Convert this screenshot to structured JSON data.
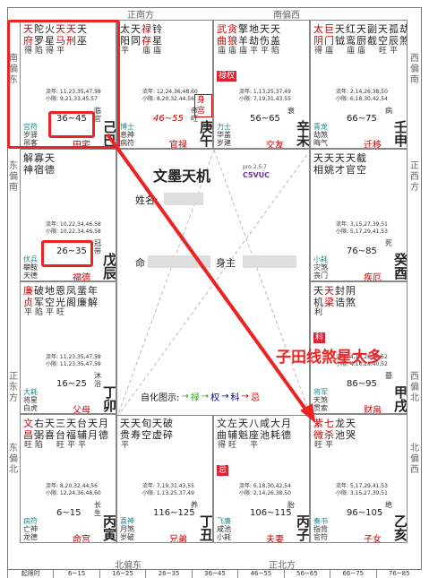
{
  "directions": {
    "top": [
      "正南方",
      "南偏西"
    ],
    "bottom": [
      "北偏东",
      "正北方"
    ],
    "left": [
      "南偏东",
      "东偏南",
      "正东方",
      "东偏北"
    ],
    "right": [
      "西偏南",
      "正西方",
      "西偏北",
      "北偏西"
    ]
  },
  "center": {
    "title": "文墨天机",
    "version": "pro 2.5.7",
    "edition": "C5VUC",
    "name_label": "姓名:",
    "birth_label": "命",
    "master_label": "身主",
    "hua_label": "自化图示:",
    "hua_items": [
      "禄",
      "权",
      "科",
      "忌"
    ]
  },
  "annotation": "子田线煞星太多",
  "cells": [
    {
      "id": "si",
      "stars": [
        {
          "n": "天",
          "b": "得",
          "c": "#c00"
        },
        {
          "n": "陀",
          "b": "陷",
          "c": "#222"
        },
        {
          "n": "火",
          "b": "得",
          "c": "#222"
        },
        {
          "n": "天",
          "b": "平",
          "c": "#c00"
        },
        {
          "n": "天",
          "b": "",
          "c": "#c00"
        },
        {
          "n": "天",
          "b": "",
          "c": "#222"
        }
      ],
      "stars2": [
        "府",
        "罗",
        "星",
        "马",
        "刑",
        "巫"
      ],
      "liunian": "流年: 11,23,35,47,59",
      "xiaoxian": "小限: 9,21,33,45,57",
      "age": "36~45",
      "g1": "官符",
      "g2": "岁驿",
      "g3": "吊客",
      "stage": "临官",
      "palace": "田宅",
      "gz": [
        "己",
        "巳"
      ],
      "tag": ""
    },
    {
      "id": "wu",
      "stars": [
        {
          "n": "太",
          "b": "平",
          "c": "#222"
        },
        {
          "n": "天",
          "b": "",
          "c": "#222"
        },
        {
          "n": "禄",
          "b": "庙",
          "c": "#c00"
        },
        {
          "n": "铃",
          "b": "庙",
          "c": "#222"
        }
      ],
      "stars2": [
        "阳",
        "同",
        "存",
        "星"
      ],
      "liunian": "流年: 12,24,36,48,60",
      "xiaoxian": "小限: 8,20,32,44,56",
      "age": "46~55",
      "g1": "博士",
      "g2": "息神",
      "g3": "病符",
      "stage": "帝旺",
      "palace": "官禄",
      "gz": [
        "庚",
        "午"
      ],
      "tag": "身宫"
    },
    {
      "id": "wei",
      "stars": [
        {
          "n": "武",
          "b": "庙",
          "c": "#c00"
        },
        {
          "n": "贪",
          "b": "庙",
          "c": "#c00"
        },
        {
          "n": "擎",
          "b": "庙",
          "c": "#222"
        },
        {
          "n": "地",
          "b": "平",
          "c": "#222"
        },
        {
          "n": "天",
          "b": "平",
          "c": "#222"
        },
        {
          "n": "天",
          "b": "陷",
          "c": "#222"
        }
      ],
      "stars2": [
        "曲",
        "狼",
        "羊",
        "劫",
        "伤",
        "盖"
      ],
      "liunian": "流年: 1,13,25,37,49",
      "xiaoxian": "小限: 7,19,31,43,55",
      "age": "56~65",
      "g1": "力士",
      "g2": "华盖",
      "g3": "岁建",
      "stage": "衰",
      "palace": "交友",
      "gz": [
        "辛",
        "未"
      ],
      "tag": "禄权"
    },
    {
      "id": "shen",
      "stars": [
        {
          "n": "太",
          "b": "得",
          "c": "#c00"
        },
        {
          "n": "巨",
          "b": "庙",
          "c": "#c00"
        },
        {
          "n": "天",
          "b": "",
          "c": "#222"
        },
        {
          "n": "红",
          "b": "庙",
          "c": "#222"
        },
        {
          "n": "天",
          "b": "庙",
          "c": "#222"
        },
        {
          "n": "副",
          "b": "",
          "c": "#222"
        },
        {
          "n": "天",
          "b": "旺",
          "c": "#222"
        },
        {
          "n": "孤",
          "b": "平",
          "c": "#222"
        },
        {
          "n": "劫",
          "b": "",
          "c": "#222"
        }
      ],
      "stars2": [
        "阴",
        "门",
        "钺",
        "鸾",
        "厨",
        "截",
        "空",
        "辰",
        "煞"
      ],
      "liunian": "流年: 2,14,26,38,50",
      "xiaoxian": "小限: 6,18,30,42,54",
      "age": "66~75",
      "g1": "青龙",
      "g2": "劫煞",
      "g3": "晦气",
      "stage": "病",
      "palace": "迁移",
      "gz": [
        "壬",
        "申"
      ],
      "tag": ""
    },
    {
      "id": "chen",
      "stars": [
        {
          "n": "解",
          "b": "",
          "c": "#222"
        },
        {
          "n": "寡",
          "b": "",
          "c": "#222"
        },
        {
          "n": "天",
          "b": "",
          "c": "#222"
        }
      ],
      "stars2": [
        "神",
        "宿",
        "德"
      ],
      "liunian": "流年: 10,22,34,46,58",
      "xiaoxian": "小限: 10,22,34,46,58",
      "age": "26~35",
      "g1": "伏兵",
      "g2": "攀鞍",
      "g3": "天德",
      "stage": "冠带",
      "palace": "福德",
      "gz": [
        "戊",
        "辰"
      ],
      "tag": ""
    },
    {
      "id": "you",
      "stars": [
        {
          "n": "天",
          "b": "",
          "c": "#222"
        },
        {
          "n": "天",
          "b": "",
          "c": "#222"
        },
        {
          "n": "天",
          "b": "",
          "c": "#222"
        },
        {
          "n": "天",
          "b": "",
          "c": "#222"
        },
        {
          "n": "截",
          "b": "",
          "c": "#222"
        }
      ],
      "stars2": [
        "相",
        "姚",
        "才",
        "官",
        "空"
      ],
      "liunian": "流年: 3,15,27,39,51",
      "xiaoxian": "小限: 5,17,29,41,53",
      "age": "76~85",
      "g1": "小耗",
      "g2": "灾煞",
      "g3": "丧门",
      "stage": "死",
      "palace": "疾厄",
      "gz": [
        "癸",
        "酉"
      ],
      "tag": ""
    },
    {
      "id": "mao",
      "stars": [
        {
          "n": "廉",
          "b": "平",
          "c": "#c00"
        },
        {
          "n": "破",
          "b": "陷",
          "c": "#222"
        },
        {
          "n": "地",
          "b": "平",
          "c": "#222"
        },
        {
          "n": "恩",
          "b": "旺",
          "c": "#222"
        },
        {
          "n": "凤",
          "b": "",
          "c": "#222"
        },
        {
          "n": "蜚",
          "b": "",
          "c": "#222"
        },
        {
          "n": "年",
          "b": "",
          "c": "#222"
        }
      ],
      "stars2": [
        "贞",
        "军",
        "空",
        "光",
        "阁",
        "廉",
        "解"
      ],
      "liunian": "流年: 11,23,35,47,59",
      "xiaoxian": "小限: 11,23,35,47,59",
      "age": "16~25",
      "g1": "大耗",
      "g2": "将星",
      "g3": "白虎",
      "stage": "沐浴",
      "palace": "父母",
      "gz": [
        "丁",
        "卯"
      ],
      "tag": ""
    },
    {
      "id": "xu",
      "stars": [
        {
          "n": "天",
          "b": "利",
          "c": "#222"
        },
        {
          "n": "天",
          "b": "",
          "c": "#c00"
        },
        {
          "n": "封",
          "b": "",
          "c": "#222"
        },
        {
          "n": "阴",
          "b": "",
          "c": "#222"
        }
      ],
      "stars2": [
        "机",
        "梁",
        "诰",
        "煞"
      ],
      "liunian": "流年: 4,16,28,40,52",
      "xiaoxian": "小限: 4,16,28,40,52",
      "age": "86~95",
      "g1": "将军",
      "g2": "天煞",
      "g3": "贯索",
      "stage": "墓",
      "palace": "财帛",
      "gz": [
        "甲",
        "戌"
      ],
      "tag": "科"
    },
    {
      "id": "yin",
      "stars": [
        {
          "n": "文",
          "b": "旺",
          "c": "#c00"
        },
        {
          "n": "右",
          "b": "陷",
          "c": "#222"
        },
        {
          "n": "天",
          "b": "",
          "c": "#222"
        },
        {
          "n": "三",
          "b": "旺",
          "c": "#222"
        },
        {
          "n": "天",
          "b": "平",
          "c": "#222"
        },
        {
          "n": "台",
          "b": "平",
          "c": "#222"
        },
        {
          "n": "天",
          "b": "",
          "c": "#222"
        },
        {
          "n": "月",
          "b": "",
          "c": "#222"
        }
      ],
      "stars2": [
        "昌",
        "弼",
        "喜",
        "台",
        "福",
        "辅",
        "月",
        "德"
      ],
      "liunian": "流年: 8,20,32,44,56",
      "xiaoxian": "小限: 12,24,36,48,60",
      "age": "6~15",
      "g1": "病符",
      "g2": "亡神",
      "g3": "龙德",
      "stage": "长生",
      "palace": "命宫",
      "gz": [
        "丙",
        "寅"
      ],
      "tag": ""
    },
    {
      "id": "chou",
      "stars": [
        {
          "n": "天",
          "b": "平",
          "c": "#222"
        },
        {
          "n": "天",
          "b": "",
          "c": "#222"
        },
        {
          "n": "旬",
          "b": "",
          "c": "#222"
        },
        {
          "n": "天",
          "b": "",
          "c": "#222"
        },
        {
          "n": "破",
          "b": "",
          "c": "#222"
        }
      ],
      "stars2": [
        "贵",
        "寿",
        "空",
        "虚",
        "碎"
      ],
      "liunian": "流年: 7,19,31,43,55",
      "xiaoxian": "小限: 1,13,25,37,49",
      "age": "116~125",
      "g1": "喜神",
      "g2": "月煞",
      "g3": "岁破",
      "stage": "养",
      "palace": "兄弟",
      "gz": [
        "丁",
        "丑"
      ],
      "tag": ""
    },
    {
      "id": "zi",
      "stars": [
        {
          "n": "文",
          "b": "得",
          "c": "#222"
        },
        {
          "n": "左",
          "b": "旺",
          "c": "#222"
        },
        {
          "n": "天",
          "b": "",
          "c": "#222"
        },
        {
          "n": "八",
          "b": "平",
          "c": "#222"
        },
        {
          "n": "咸",
          "b": "",
          "c": "#222"
        },
        {
          "n": "大",
          "b": "",
          "c": "#222"
        },
        {
          "n": "月",
          "b": "",
          "c": "#222"
        }
      ],
      "stars2": [
        "曲",
        "辅",
        "魁",
        "座",
        "池",
        "耗",
        "德"
      ],
      "liunian": "流年: 6,18,30,42,54",
      "xiaoxian": "小限: 2,14,26,38,50",
      "age": "106~115",
      "g1": "飞廉",
      "g2": "咸池",
      "g3": "小耗",
      "stage": "胎",
      "palace": "夫妻",
      "gz": [
        "丙",
        "子"
      ],
      "tag": "忌"
    },
    {
      "id": "hai",
      "stars": [
        {
          "n": "紫",
          "b": "旺",
          "c": "#c00"
        },
        {
          "n": "七",
          "b": "平",
          "c": "#c00"
        },
        {
          "n": "龙",
          "b": "",
          "c": "#222"
        },
        {
          "n": "天",
          "b": "",
          "c": "#222"
        }
      ],
      "stars2": [
        "微",
        "杀",
        "池",
        "哭"
      ],
      "liunian": "流年: 5,17,29,41,53",
      "xiaoxian": "小限: 3,15,27,39,51",
      "age": "96~105",
      "g1": "奏书",
      "g2": "指背",
      "g3": "官符",
      "stage": "绝",
      "palace": "子女",
      "gz": [
        "乙",
        "亥"
      ],
      "tag": ""
    }
  ],
  "bottom_bar": [
    "起限时",
    "6~15",
    "16~25",
    "26~35",
    "36~45",
    "46~55",
    "56~65",
    "66~75",
    "76~85"
  ]
}
